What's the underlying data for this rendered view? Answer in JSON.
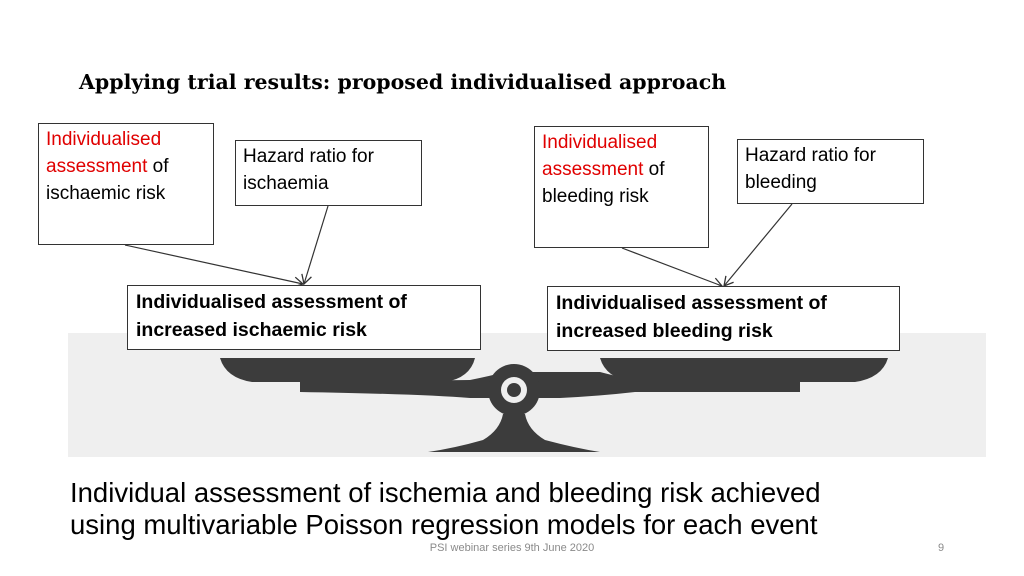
{
  "slide": {
    "title": "Applying trial results: proposed individualised approach",
    "caption_line1": "Individual assessment of ischemia  and bleeding risk achieved",
    "caption_line2": "using multivariable Poisson regression models for each event",
    "footer": "PSI webinar series 9th June 2020",
    "page_number": "9"
  },
  "boxes": {
    "ischaemic_assessment": {
      "line1": "Individualised",
      "line2_red": "assessment",
      "line2_rest": " of",
      "line3": "ischaemic risk"
    },
    "hazard_ischaemia": {
      "line1": "Hazard ratio for",
      "line2": "ischaemia"
    },
    "bleeding_assessment": {
      "line1": "Individualised",
      "line2_red": "assessment",
      "line2_rest": " of",
      "line3": "bleeding risk"
    },
    "hazard_bleeding": {
      "line1": "Hazard ratio for",
      "line2": "bleeding"
    },
    "result_ischaemic": {
      "line1": "Individualised assessment of",
      "line2": "increased ischaemic risk"
    },
    "result_bleeding": {
      "line1": "Individualised assessment of",
      "line2": "increased bleeding risk"
    }
  },
  "colors": {
    "highlight": "#e00000",
    "scale": "#3c3c3c",
    "footer_text": "#8a8a8a"
  }
}
